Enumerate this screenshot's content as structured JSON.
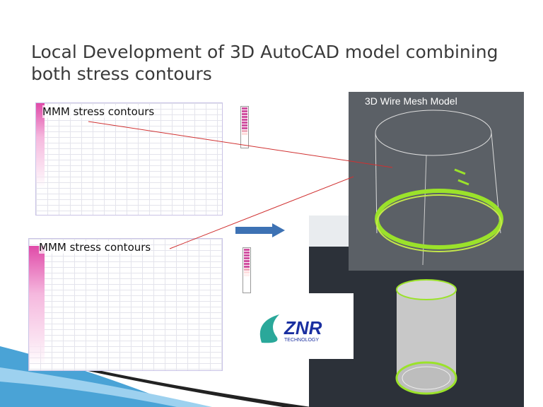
{
  "slide": {
    "title": "Local Development of 3D AutoCAD model combining both stress contours",
    "chart_labels": [
      "MMM stress contours",
      "MMM stress contours"
    ],
    "panel_title": "3D Wire Mesh Model",
    "logo_text": "ZNR TECHNOLOGY",
    "colors": {
      "arrow": "#3d72b4",
      "pointer": "#d03030",
      "contour": "#e04aa8",
      "mesh_highlight": "#9be22a"
    }
  }
}
